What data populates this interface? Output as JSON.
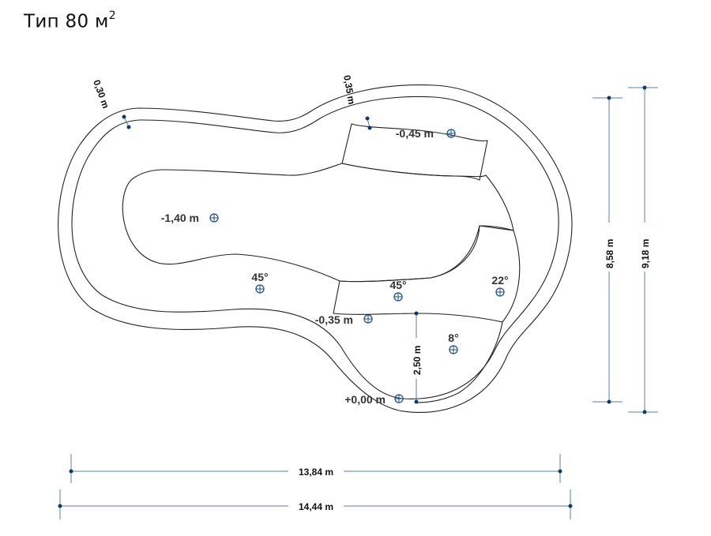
{
  "title": {
    "text": "Тип 80 м",
    "superscript": "2"
  },
  "depths": {
    "deep": "-1,40 m",
    "upper_step": "-0,45 m",
    "mid_step": "-0,35 m",
    "entry": "+0,00 m"
  },
  "angles": {
    "left_slope": "45°",
    "mid_slope": "45°",
    "right_slope": "22°",
    "beach_slope": "8°"
  },
  "dimensions": {
    "wall_left": "0,30 m",
    "wall_top": "0,35 m",
    "beach_length": "2,50 m",
    "inner_height": "8,58 m",
    "outer_height": "9,18 m",
    "inner_width": "13,84 m",
    "outer_width": "14,44 m"
  },
  "colors": {
    "outline": "#222222",
    "dimension_line": "#5b7fa6",
    "marker": "#1b4f8a",
    "dot": "#0b3a6b"
  }
}
